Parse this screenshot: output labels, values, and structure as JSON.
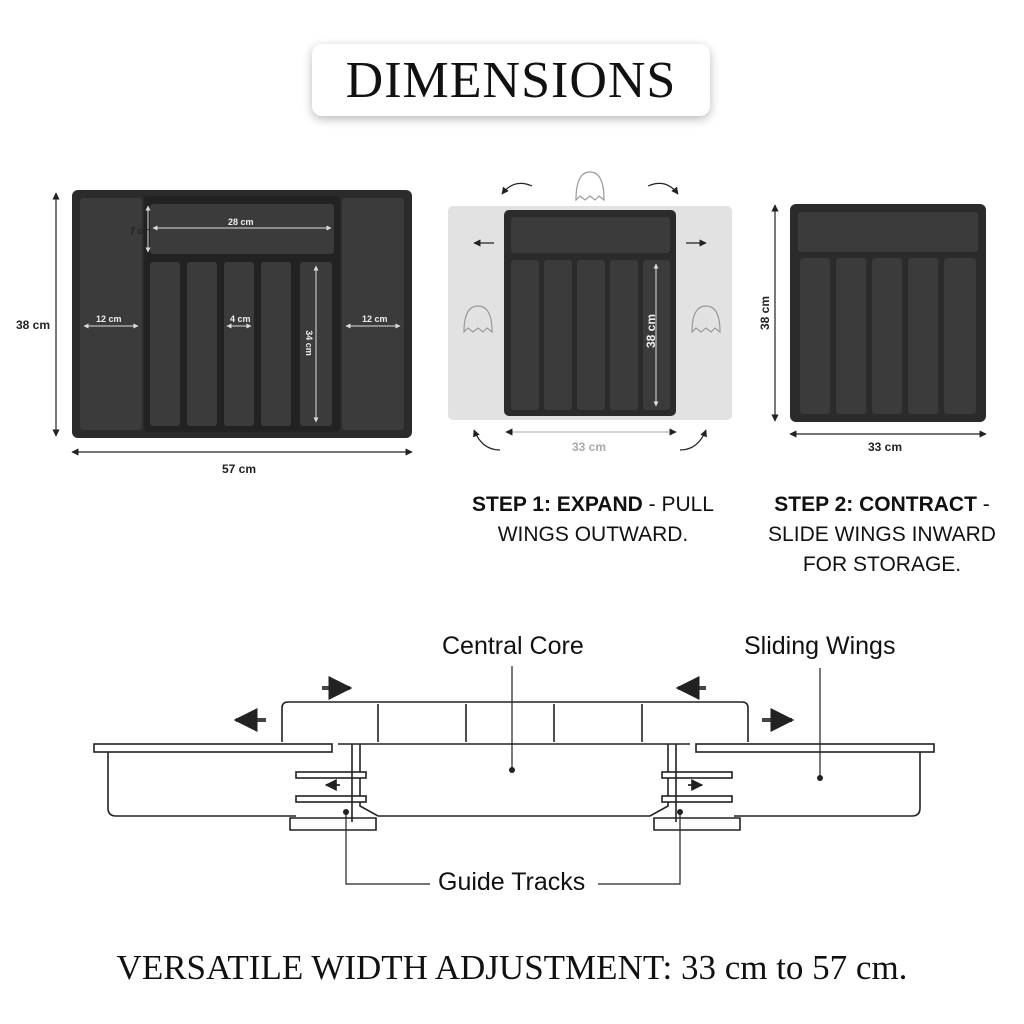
{
  "title": "DIMENSIONS",
  "left_view": {
    "height_label": "38 cm",
    "width_label": "57 cm",
    "top_compartment_width": "28 cm",
    "top_compartment_height": "7 cm",
    "left_wing_width": "12 cm",
    "right_wing_width": "12 cm",
    "slot_width": "4 cm",
    "slot_length": "34 cm"
  },
  "middle_view": {
    "height_label": "38 cm",
    "width_label": "33 cm",
    "caption_bold": "STEP 1: EXPAND",
    "caption_rest": " - PULL WINGS OUTWARD."
  },
  "right_view": {
    "height_label": "38 cm",
    "width_label": "33 cm",
    "caption_bold": "STEP 2: CONTRACT",
    "caption_rest": " - SLIDE WINGS INWARD FOR STORAGE."
  },
  "cross_section": {
    "central_core_label": "Central Core",
    "sliding_wings_label": "Sliding Wings",
    "guide_tracks_label": "Guide Tracks"
  },
  "footer": "VERSATILE WIDTH ADJUSTMENT: 33 cm to 57 cm.",
  "colors": {
    "tray": "#2b2b2b",
    "tray_inner": "#3a3a3a",
    "wing_light": "#e2e2e2"
  }
}
